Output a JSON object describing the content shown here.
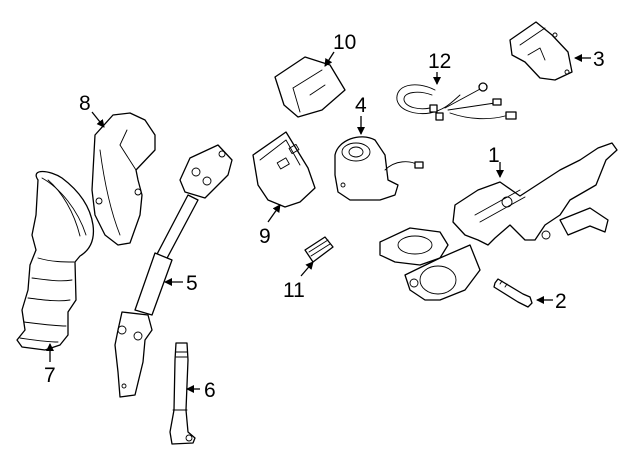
{
  "diagram": {
    "type": "exploded-parts-diagram",
    "subject": "steering column assembly",
    "colors": {
      "line": "#000000",
      "background": "#ffffff"
    },
    "callouts": [
      {
        "number": "1",
        "part": "steering-column-assembly"
      },
      {
        "number": "2",
        "part": "bolt"
      },
      {
        "number": "3",
        "part": "bracket"
      },
      {
        "number": "4",
        "part": "motor"
      },
      {
        "number": "5",
        "part": "intermediate-shaft"
      },
      {
        "number": "6",
        "part": "lower-shaft"
      },
      {
        "number": "7",
        "part": "boot"
      },
      {
        "number": "8",
        "part": "cover"
      },
      {
        "number": "9",
        "part": "control-module"
      },
      {
        "number": "10",
        "part": "switch-housing"
      },
      {
        "number": "11",
        "part": "clip"
      },
      {
        "number": "12",
        "part": "wire-harness"
      }
    ]
  }
}
